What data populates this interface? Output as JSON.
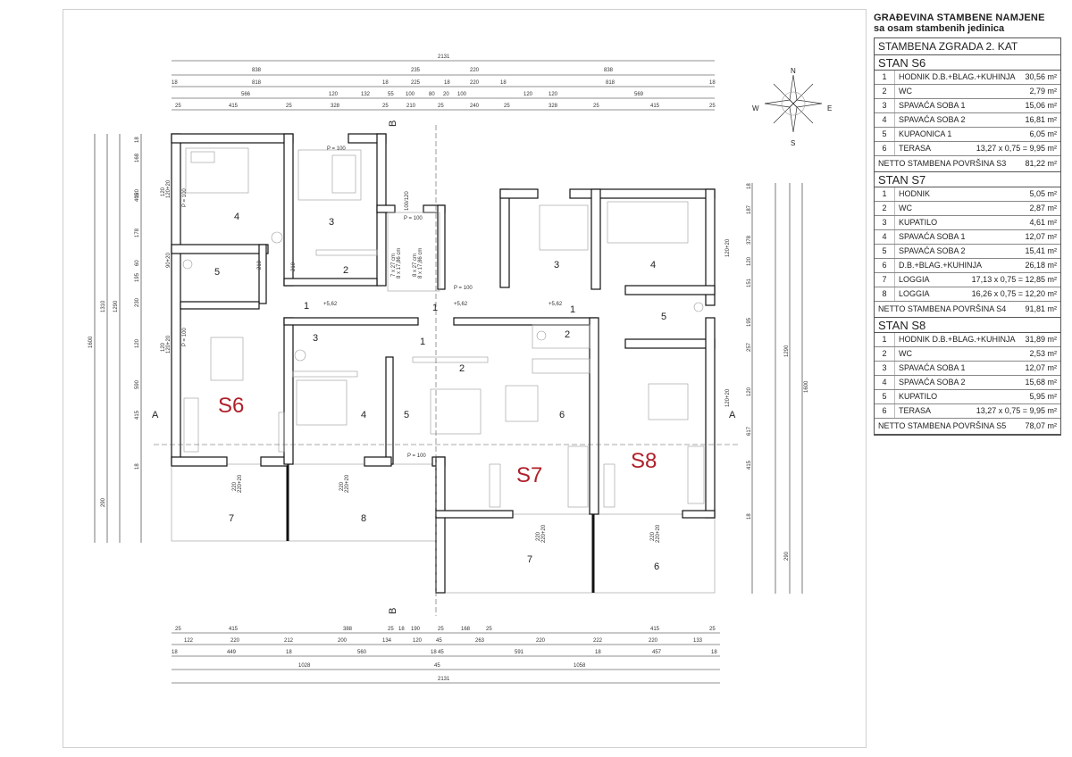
{
  "legend": {
    "title": "GRAĐEVINA STAMBENE NAMJENE",
    "subtitle": "sa osam stambenih jedinica",
    "building": "STAMBENA ZGRADA 2. KAT",
    "units": [
      {
        "name": "STAN S6",
        "rooms": [
          {
            "no": "1",
            "name": "HODNIK D.B.+BLAG.+KUHINJA",
            "area": "30,56 m²"
          },
          {
            "no": "2",
            "name": "WC",
            "area": "2,79 m²"
          },
          {
            "no": "3",
            "name": "SPAVAĆA SOBA 1",
            "area": "15,06 m²"
          },
          {
            "no": "4",
            "name": "SPAVAĆA SOBA 2",
            "area": "16,81 m²"
          },
          {
            "no": "5",
            "name": "KUPAONICA 1",
            "area": "6,05 m²"
          },
          {
            "no": "6",
            "name": "TERASA",
            "area": "13,27 x 0,75 = 9,95 m²"
          }
        ],
        "total_label": "NETTO STAMBENA POVRŠINA S3",
        "total": "81,22 m²"
      },
      {
        "name": "STAN S7",
        "rooms": [
          {
            "no": "1",
            "name": "HODNIK",
            "area": "5,05 m²"
          },
          {
            "no": "2",
            "name": "WC",
            "area": "2,87 m²"
          },
          {
            "no": "3",
            "name": "KUPATILO",
            "area": "4,61 m²"
          },
          {
            "no": "4",
            "name": "SPAVAĆA SOBA 1",
            "area": "12,07 m²"
          },
          {
            "no": "5",
            "name": "SPAVAĆA SOBA 2",
            "area": "15,41 m²"
          },
          {
            "no": "6",
            "name": "D.B.+BLAG.+KUHINJA",
            "area": "26,18 m²"
          },
          {
            "no": "7",
            "name": "LOGGIA",
            "area": "17,13 x 0,75 = 12,85 m²"
          },
          {
            "no": "8",
            "name": "LOGGIA",
            "area": "16,26 x 0,75 = 12,20 m²"
          }
        ],
        "total_label": "NETTO STAMBENA POVRŠINA S4",
        "total": "91,81 m²"
      },
      {
        "name": "STAN S8",
        "rooms": [
          {
            "no": "1",
            "name": "HODNIK D.B.+BLAG.+KUHINJA",
            "area": "31,89 m²"
          },
          {
            "no": "2",
            "name": "WC",
            "area": "2,53 m²"
          },
          {
            "no": "3",
            "name": "SPAVAĆA SOBA 1",
            "area": "12,07 m²"
          },
          {
            "no": "4",
            "name": "SPAVAĆA SOBA 2",
            "area": "15,68 m²"
          },
          {
            "no": "5",
            "name": "KUPATILO",
            "area": "5,95 m²"
          },
          {
            "no": "6",
            "name": "TERASA",
            "area": "13,27 x 0,75 = 9,95 m²"
          }
        ],
        "total_label": "NETTO STAMBENA POVRŠINA S5",
        "total": "78,07 m²"
      }
    ]
  },
  "compass": {
    "n": "N",
    "s": "S",
    "e": "E",
    "w": "W"
  },
  "plan": {
    "units": {
      "s6": "S6",
      "s7": "S7",
      "s8": "S8"
    },
    "unit_color": "#b0202a",
    "section_a": "A",
    "section_b": "B",
    "level": "+5,62",
    "rooms": {
      "s6_4": "4",
      "s6_3": "3",
      "s6_2": "2",
      "s6_5": "5",
      "s6_1": "1",
      "s7_3": "3",
      "s7_4": "4",
      "s7_5": "5",
      "s7_1a": "1",
      "s7_1b": "1",
      "s7_2": "2",
      "s8_3": "3",
      "s8_4": "4",
      "s8_5": "5",
      "s8_1": "1",
      "s8_2": "2",
      "s8_6": "6",
      "t6_7": "7",
      "t6_8": "8",
      "t8_7": "7",
      "t8_6": "6"
    },
    "dims_top": {
      "total": "2131",
      "row1": [
        "838",
        "235",
        "220",
        "838"
      ],
      "row2": [
        "18",
        "818",
        "18",
        "225",
        "18",
        "220",
        "18",
        "818",
        "18"
      ],
      "row3": [
        "566",
        "120",
        "132",
        "55",
        "100",
        "80",
        "20",
        "100",
        "120",
        "120",
        "569"
      ],
      "row4": [
        "25",
        "415",
        "25",
        "328",
        "25",
        "210",
        "25",
        "240",
        "25",
        "328",
        "25",
        "415",
        "25"
      ]
    },
    "dims_bottom": {
      "row1": [
        "25",
        "415",
        "388",
        "25",
        "18",
        "190",
        "25",
        "168",
        "25",
        "415",
        "25"
      ],
      "row2": [
        "122",
        "220",
        "212",
        "200",
        "134",
        "120",
        "45",
        "263",
        "220",
        "222",
        "220",
        "133"
      ],
      "row3": [
        "18",
        "449",
        "18",
        "560",
        "18",
        "45",
        "591",
        "18",
        "457",
        "18"
      ],
      "row4": [
        "1028",
        "45",
        "1058"
      ],
      "total": "2131"
    },
    "dims_left": {
      "overall": "1600",
      "col2": "1310",
      "col3": "1290",
      "segments": [
        "18",
        "168",
        "120",
        "405",
        "178",
        "60",
        "195",
        "230",
        "120",
        "590",
        "415",
        "18",
        "290"
      ]
    },
    "dims_right": {
      "overall": "1600",
      "col2": "1290",
      "segments": [
        "18",
        "187",
        "378",
        "120",
        "151",
        "195",
        "257",
        "120",
        "617",
        "415",
        "18",
        "290"
      ]
    },
    "small": {
      "door_100": "P = 100",
      "win_120": "120",
      "win_120x20": "120+20",
      "win_90": "90+20",
      "win_210": "210",
      "win_220": "220",
      "win_220x20": "220+20",
      "win_100x120": "100/120",
      "stair_1": "7 x 27 cm",
      "stair_2": "8 x 17,86 cm",
      "stair_3": "8 x 27 cm",
      "stair_4": "8 x 17,86 cm"
    }
  }
}
